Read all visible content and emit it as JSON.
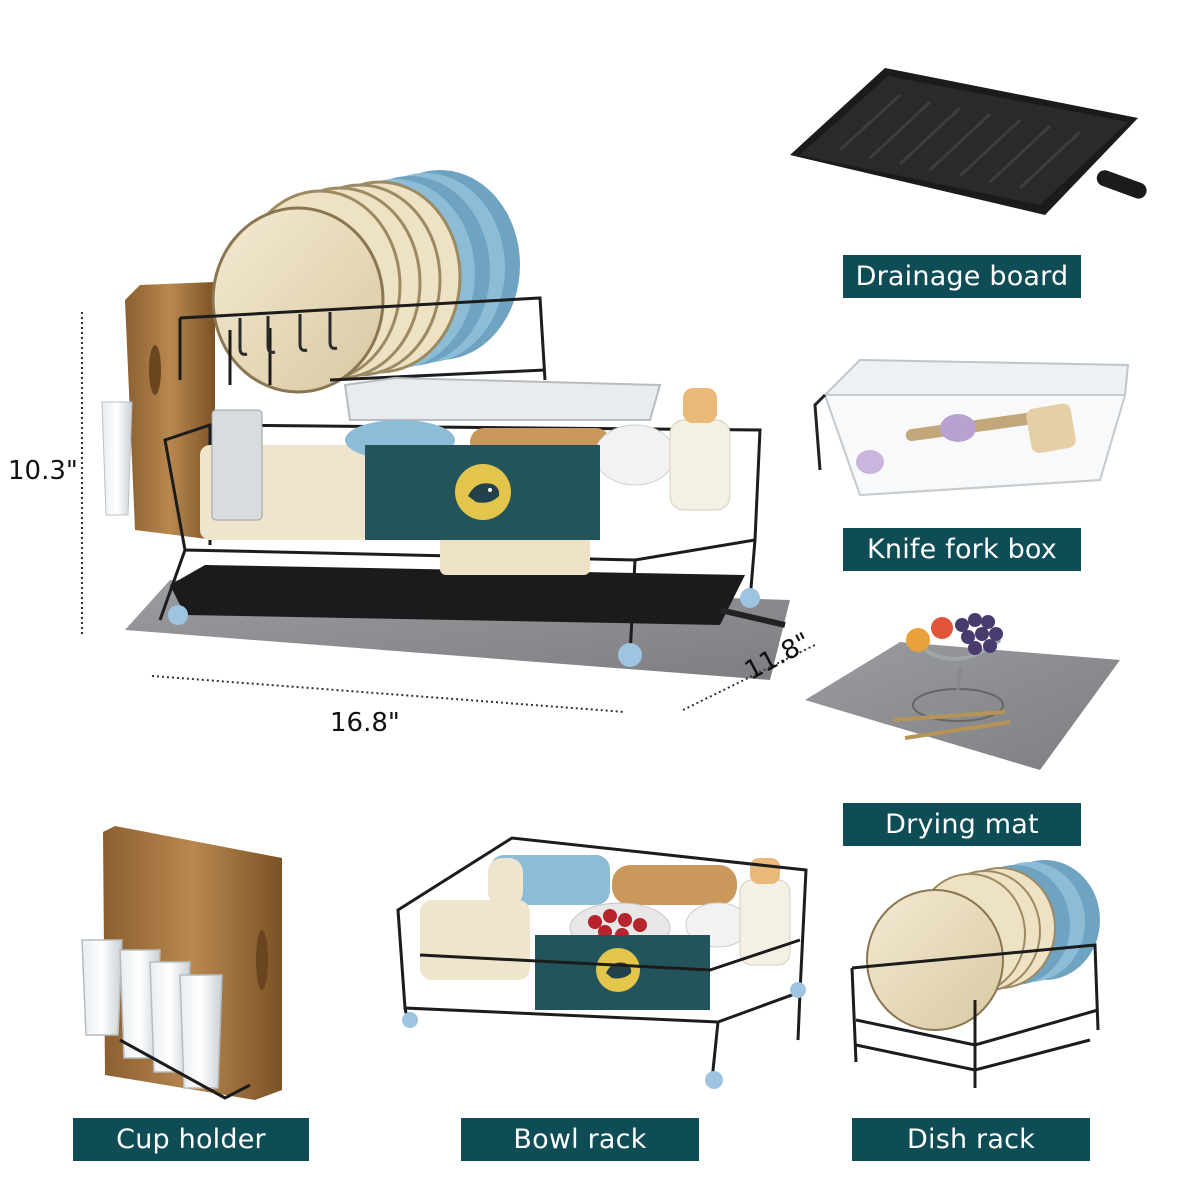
{
  "dimensions": {
    "height": "10.3\"",
    "width": "16.8\"",
    "depth": "11.8\""
  },
  "labels": {
    "drainage_board": "Drainage board",
    "knife_fork_box": "Knife fork box",
    "drying_mat": "Drying mat",
    "cup_holder": "Cup holder",
    "bowl_rack": "Bowl rack",
    "dish_rack": "Dish rack"
  },
  "colors": {
    "label_bg": "#0f4d56",
    "label_text": "#ffffff",
    "rack_wire": "#1c1c1c",
    "panel_green": "#23535b",
    "plate_cream": "#eee2c4",
    "plate_blue": "#7fb2cf",
    "mat_gray": "#8d8f93",
    "board_black": "#1b1b1b",
    "wood": "#a87c4a"
  },
  "icons": [
    "whale-logo-icon"
  ]
}
